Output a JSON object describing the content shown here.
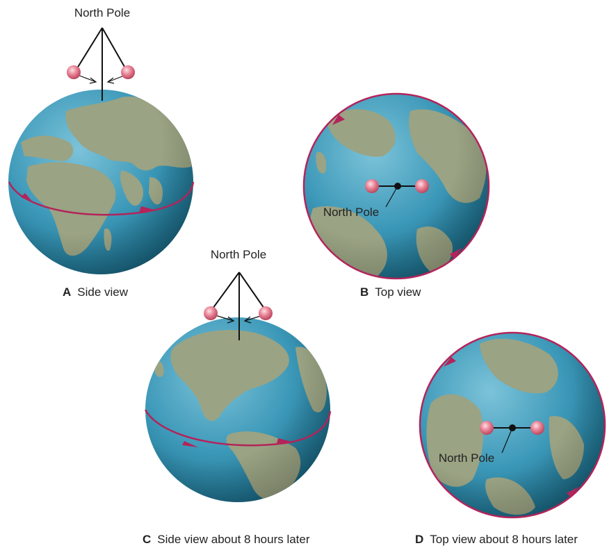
{
  "panels": {
    "a": {
      "letter": "A",
      "caption": "Side view",
      "pole_label": "North Pole"
    },
    "b": {
      "letter": "B",
      "caption": "Top view",
      "pole_label": "North Pole"
    },
    "c": {
      "letter": "C",
      "caption": "Side view about 8 hours later",
      "pole_label": "North Pole"
    },
    "d": {
      "letter": "D",
      "caption": "Top view about 8 hours later",
      "pole_label": "North Pole"
    }
  },
  "colors": {
    "ocean": "#2f8fae",
    "land": "#9aa383",
    "rotation_arrow": "#b3245a",
    "pendulum_bob": "#e0788a",
    "line": "#111111"
  },
  "icons": [
    "globe-icon",
    "pendulum-icon",
    "rotation-arrow-icon"
  ]
}
